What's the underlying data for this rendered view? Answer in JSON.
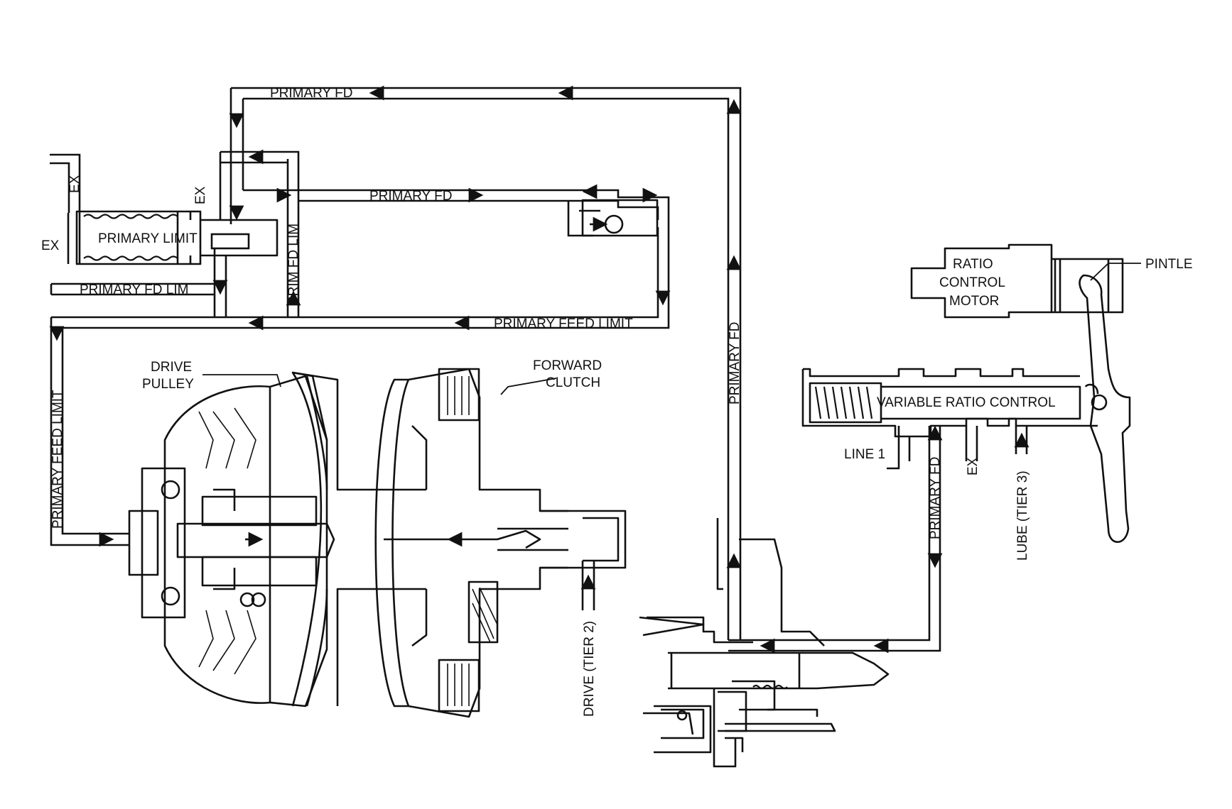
{
  "labels": {
    "primary_fd_top": "PRIMARY FD",
    "primary_fd_mid": "PRIMARY FD",
    "primary_fd_vertical": "PRIMARY FD",
    "primary_fd_vrc": "PRIMARY FD",
    "prim_fd_lim": "PRIM FD LIM",
    "primary_fd_lim": "PRIMARY FD LIM",
    "primary_feed_limit_h": "PRIMARY FEED LIMIT",
    "primary_feed_limit_v": "PRIMARY FEED LIMIT",
    "primary_limit": "PRIMARY LIMIT",
    "ex_left": "EX",
    "ex_top_left": "EX",
    "ex_top_valve": "EX",
    "ex_vrc": "EX",
    "drive_pulley_line1": "DRIVE",
    "drive_pulley_line2": "PULLEY",
    "forward_clutch_line1": "FORWARD",
    "forward_clutch_line2": "CLUTCH",
    "drive_tier2": "DRIVE (TIER 2)",
    "ratio_control_line1": "RATIO",
    "ratio_control_line2": "CONTROL",
    "ratio_control_line3": "MOTOR",
    "pintle": "PINTLE",
    "variable_ratio_control": "VARIABLE RATIO CONTROL",
    "line_1": "LINE 1",
    "lube_tier3": "LUBE (TIER 3)"
  },
  "colors": {
    "ink": "#111111",
    "background": "#ffffff"
  }
}
